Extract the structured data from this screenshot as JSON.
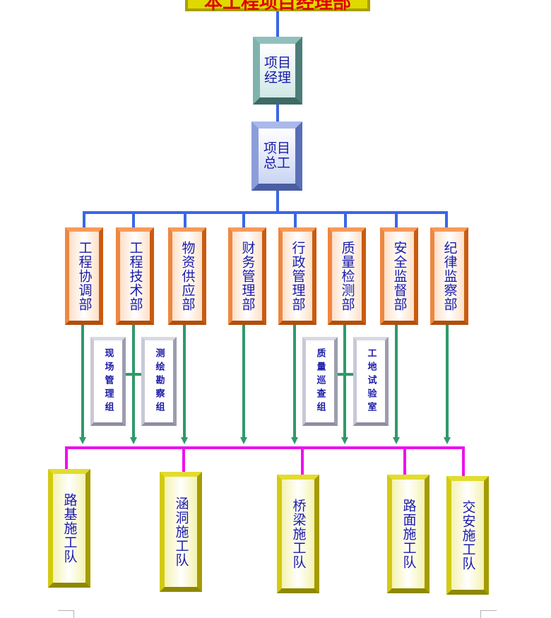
{
  "header": {
    "title": "本工程项目经理部"
  },
  "levels": {
    "project_manager": "项目经理",
    "chief_engineer": "项目总工"
  },
  "departments": [
    "工程协调部",
    "工程技术部",
    "物资供应部",
    "财务管理部",
    "行政管理部",
    "质量检测部",
    "安全监督部",
    "纪律监察部"
  ],
  "subgroups": [
    "现场管理组",
    "测绘勘察组",
    "质量巡查组",
    "工地试验室"
  ],
  "teams": [
    "路基施工队",
    "涵洞施工队",
    "桥梁施工队",
    "路面施工队",
    "交安施工队"
  ],
  "colors": {
    "blue_line": "#3a66e6",
    "green_arrow": "#2e9a6a",
    "magenta_line": "#ee10ee",
    "header_bg": "#e0d900",
    "header_text": "#e00000"
  }
}
